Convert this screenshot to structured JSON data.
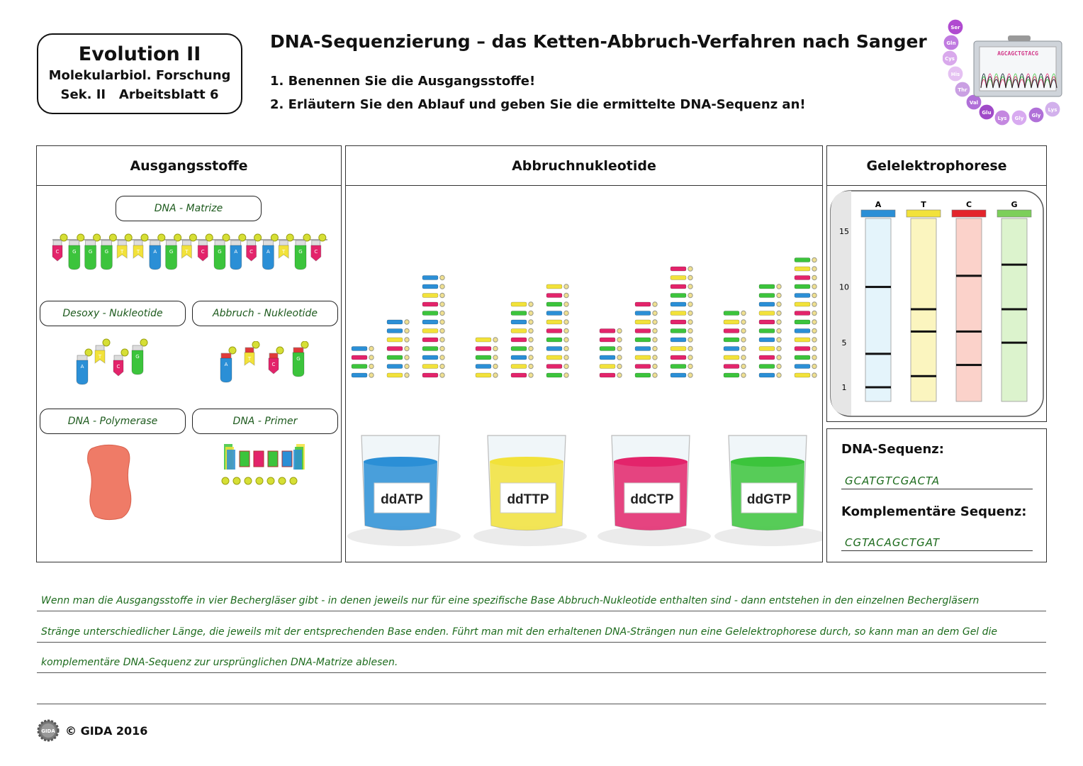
{
  "header": {
    "box_title": "Evolution II",
    "box_subtitle": "Molekularbiol. Forschung",
    "box_level": "Sek. II   Arbeitsblatt 6",
    "title": "DNA-Sequenzierung – das Ketten-Abbruch-Verfahren nach Sanger",
    "task1": "1. Benennen Sie die Ausgangsstoffe!",
    "task2": "2. Erläutern Sie den Ablauf und geben Sie die ermittelte DNA-Sequenz an!"
  },
  "logo": {
    "chain_labels": [
      "Ser",
      "Gln",
      "Cys",
      "His",
      "Thr",
      "Val",
      "Glu",
      "Lys",
      "Gly",
      "Gly",
      "Lys"
    ],
    "case_text": "AGCAGCTGTACG"
  },
  "colors": {
    "A": "#2b8fd6",
    "T": "#f2e23a",
    "C": "#e3246b",
    "G": "#3cc43c",
    "handwriting": "#1d6b1d"
  },
  "ausgangsstoffe": {
    "heading": "Ausgangsstoffe",
    "matrize_label": "DNA - Matrize",
    "matrize_bases": [
      "C",
      "G",
      "G",
      "G",
      "T",
      "T",
      "A",
      "G",
      "T",
      "C",
      "G",
      "A",
      "C",
      "A",
      "T",
      "G",
      "C"
    ],
    "desoxy_label": "Desoxy - Nukleotide",
    "desoxy_bases": [
      "A",
      "T",
      "C",
      "G"
    ],
    "abbruch_label": "Abbruch - Nukleotide",
    "abbruch_bases": [
      "A",
      "T",
      "C",
      "G"
    ],
    "polymerase_label": "DNA - Polymerase",
    "primer_label": "DNA - Primer",
    "primer_bases": [
      "G",
      "C",
      "G",
      "A"
    ]
  },
  "abbruch": {
    "heading": "Abbruchnukleotide",
    "beakers": [
      {
        "label": "ddATP",
        "base": "A",
        "strand_heights": [
          4,
          7,
          12
        ]
      },
      {
        "label": "ddTTP",
        "base": "T",
        "strand_heights": [
          5,
          9,
          11
        ]
      },
      {
        "label": "ddCTP",
        "base": "C",
        "strand_heights": [
          6,
          9,
          13
        ]
      },
      {
        "label": "ddGTP",
        "base": "G",
        "strand_heights": [
          8,
          11,
          14
        ]
      }
    ]
  },
  "gel": {
    "heading": "Gelelektrophorese",
    "lanes": [
      "A",
      "T",
      "C",
      "G"
    ],
    "scale_labels": [
      "15",
      "10",
      "5",
      "1"
    ],
    "bands": {
      "A": [
        10,
        4,
        1
      ],
      "T": [
        8,
        6,
        2
      ],
      "C": [
        11,
        6,
        3
      ],
      "G": [
        12,
        8,
        5
      ]
    }
  },
  "sequenz": {
    "dna_label": "DNA-Sequenz:",
    "dna_value": "GCATGTCGACTA",
    "komp_label": "Komplementäre Sequenz:",
    "komp_value": "CGTACAGCTGAT"
  },
  "answer": {
    "line1": "Wenn man die Ausgangsstoffe in vier Bechergläser gibt - in denen jeweils nur für eine spezifische Base Abbruch-Nukleotide enthalten sind - dann entstehen in den einzelnen Bechergläsern",
    "line2": "Stränge unterschiedlicher Länge, die jeweils mit der entsprechenden Base enden. Führt man mit den erhaltenen DNA-Strängen nun eine Gelelektrophorese durch, so kann man an dem Gel die",
    "line3": "komplementäre DNA-Sequenz zur ursprünglichen DNA-Matrize ablesen.",
    "line4": ""
  },
  "footer": {
    "logo_text": "GIDA",
    "copyright": "© GIDA 2016"
  }
}
